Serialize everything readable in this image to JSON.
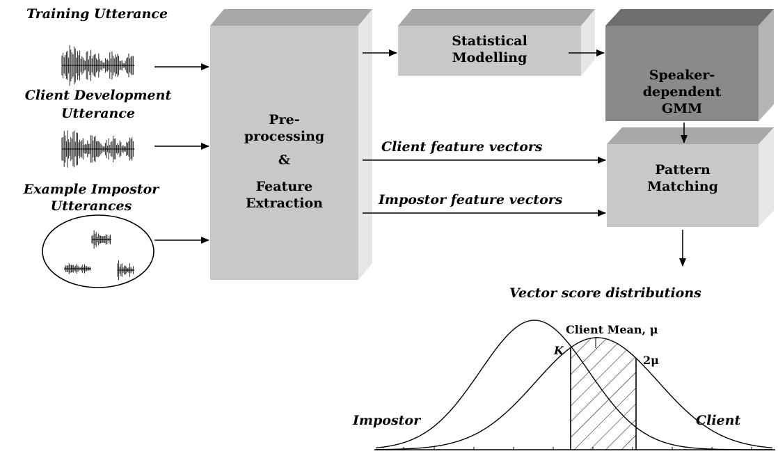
{
  "inputs": {
    "training": "Training Utterance",
    "client_dev_line1": "Client Development",
    "client_dev_line2": "Utterance",
    "impostor_line1": "Example Impostor",
    "impostor_line2": "Utterances"
  },
  "boxes": {
    "preproc_line1": "Pre-",
    "preproc_line2": "processing",
    "preproc_amp": "&",
    "preproc_line3": "Feature",
    "preproc_line4": "Extraction",
    "stat_line1": "Statistical",
    "stat_line2": "Modelling",
    "gmm_line1": "Speaker-",
    "gmm_line2": "dependent",
    "gmm_line3": "GMM",
    "pattern_line1": "Pattern",
    "pattern_line2": "Matching"
  },
  "arrows": {
    "client_vectors": "Client feature vectors",
    "impostor_vectors": "Impostor feature vectors"
  },
  "distribution": {
    "title": "Vector score distributions",
    "client_mean": "Client Mean, μ",
    "k_label": "K",
    "two_mu": "2μ",
    "impostor": "Impostor",
    "client": "Client"
  },
  "colors": {
    "box_light": "#c8c8c8",
    "box_side": "#e6e6e6",
    "box_top": "#a8a8a8",
    "gmm_front": "#8a8a8a",
    "gmm_side": "#b4b4b4",
    "gmm_top": "#6e6e6e"
  }
}
